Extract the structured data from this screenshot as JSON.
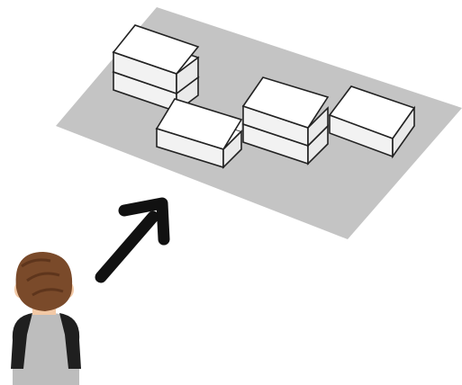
{
  "scene": {
    "description_visible_text": "",
    "colors": {
      "background": "#ffffff",
      "platform": "#c4c4c4",
      "box_fill": "#ffffff",
      "box_side": "#f2f2f2",
      "box_stroke": "#222222",
      "arrow": "#111111",
      "hair": "#7a4a2a",
      "skin": "#f2c9a6",
      "shirt_body": "#bdbdbd",
      "shirt_sleeves": "#1f1f1f"
    },
    "objects": {
      "box_stacks": [
        {
          "id": "left-back",
          "levels": 2
        },
        {
          "id": "center-front",
          "levels": 1
        },
        {
          "id": "right-center",
          "levels": 2
        },
        {
          "id": "right",
          "levels": 1
        }
      ],
      "arrow_icon": "arrow-up-right-icon",
      "viewer_icon": "person-back-view-icon"
    }
  }
}
